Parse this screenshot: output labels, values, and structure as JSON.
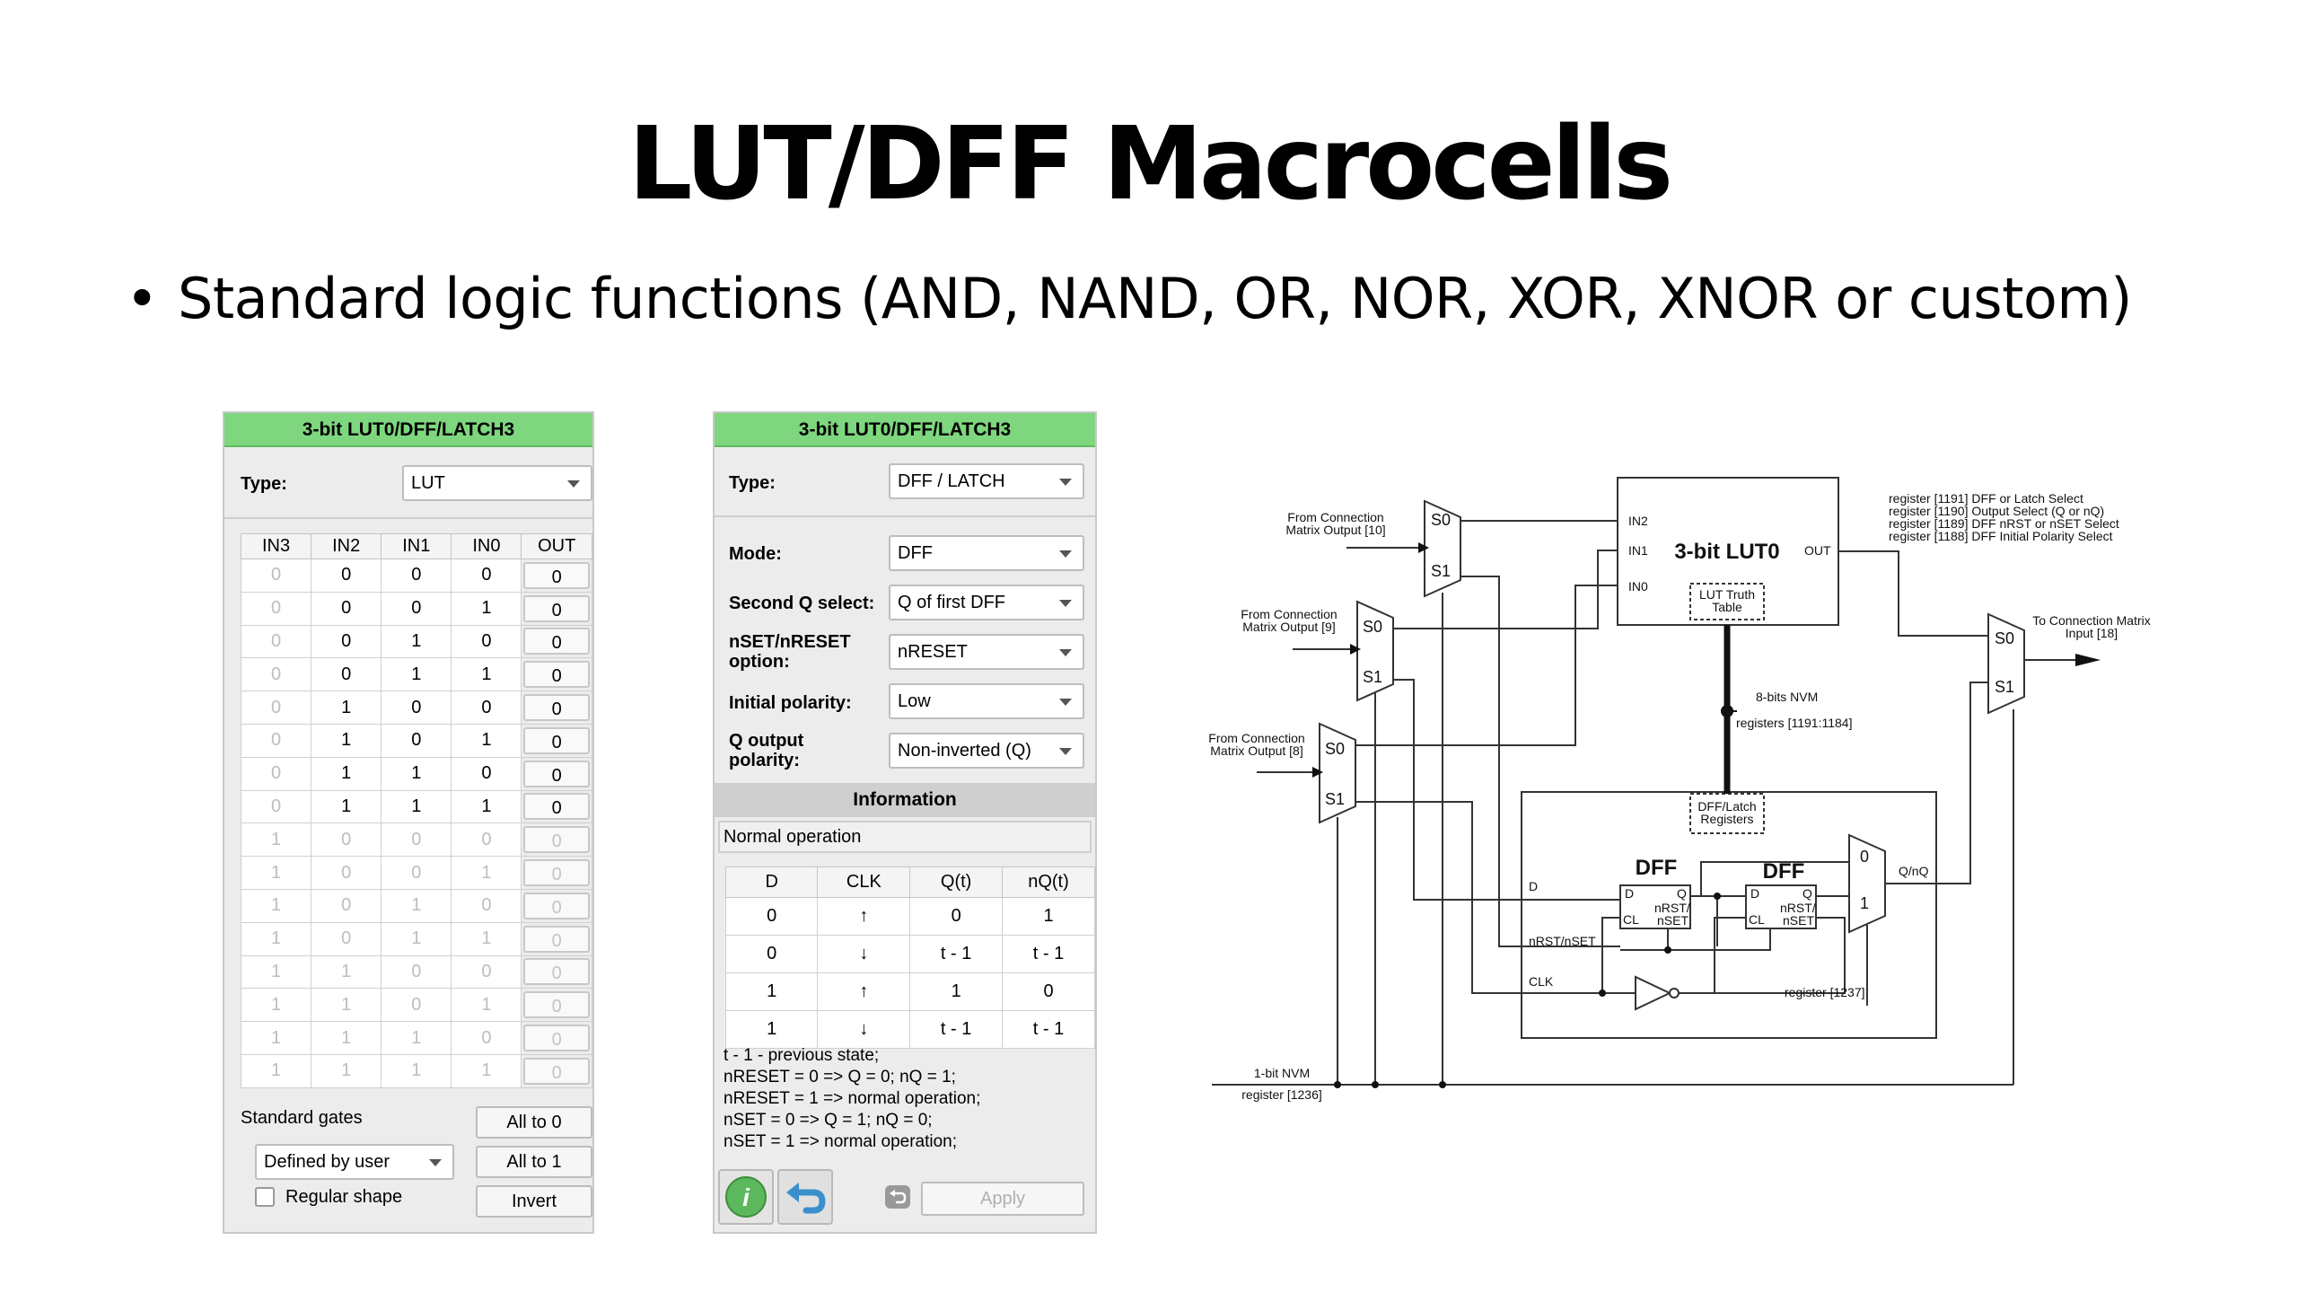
{
  "title": "LUT/DFF Macrocells",
  "bullet": "Standard logic functions (AND, NAND, OR, NOR, XOR, XNOR or custom)",
  "lut_panel": {
    "header": "3-bit LUT0/DFF/LATCH3",
    "type_label": "Type:",
    "type_value": "LUT",
    "columns": [
      "IN3",
      "IN2",
      "IN1",
      "IN0",
      "OUT"
    ],
    "rows": [
      [
        "0",
        "0",
        "0",
        "0",
        "0"
      ],
      [
        "0",
        "0",
        "0",
        "1",
        "0"
      ],
      [
        "0",
        "0",
        "1",
        "0",
        "0"
      ],
      [
        "0",
        "0",
        "1",
        "1",
        "0"
      ],
      [
        "0",
        "1",
        "0",
        "0",
        "0"
      ],
      [
        "0",
        "1",
        "0",
        "1",
        "0"
      ],
      [
        "0",
        "1",
        "1",
        "0",
        "0"
      ],
      [
        "0",
        "1",
        "1",
        "1",
        "0"
      ],
      [
        "1",
        "0",
        "0",
        "0",
        "0"
      ],
      [
        "1",
        "0",
        "0",
        "1",
        "0"
      ],
      [
        "1",
        "0",
        "1",
        "0",
        "0"
      ],
      [
        "1",
        "0",
        "1",
        "1",
        "0"
      ],
      [
        "1",
        "1",
        "0",
        "0",
        "0"
      ],
      [
        "1",
        "1",
        "0",
        "1",
        "0"
      ],
      [
        "1",
        "1",
        "1",
        "0",
        "0"
      ],
      [
        "1",
        "1",
        "1",
        "1",
        "0"
      ]
    ],
    "standard_gates_label": "Standard gates",
    "gates_value": "Defined by user",
    "regular_shape_label": "Regular shape",
    "all_to_0": "All to 0",
    "all_to_1": "All to 1",
    "invert": "Invert"
  },
  "dff_panel": {
    "header": "3-bit LUT0/DFF/LATCH3",
    "type_label": "Type:",
    "type_value": "DFF / LATCH",
    "mode_label": "Mode:",
    "mode_value": "DFF",
    "second_q_label": "Second Q select:",
    "second_q_value": "Q of first DFF",
    "nset_label_1": "nSET/nRESET",
    "nset_label_2": "option:",
    "nset_value": "nRESET",
    "init_pol_label": "Initial polarity:",
    "init_pol_value": "Low",
    "qout_label_1": "Q output",
    "qout_label_2": "polarity:",
    "qout_value": "Non-inverted (Q)",
    "info_title": "Information",
    "mode_desc": "Normal operation",
    "columns": [
      "D",
      "CLK",
      "Q(t)",
      "nQ(t)"
    ],
    "rows": [
      [
        "0",
        "↑",
        "0",
        "1"
      ],
      [
        "0",
        "↓",
        "t - 1",
        "t - 1"
      ],
      [
        "1",
        "↑",
        "1",
        "0"
      ],
      [
        "1",
        "↓",
        "t - 1",
        "t - 1"
      ]
    ],
    "notes": [
      "t - 1 - previous state;",
      "nRESET = 0 => Q = 0; nQ = 1;",
      "nRESET = 1 => normal operation;",
      "nSET = 0 => Q = 1; nQ = 0;",
      "nSET = 1 => normal operation;"
    ],
    "apply": "Apply"
  },
  "diagram": {
    "from_cm10": [
      "From Connection",
      "Matrix Output [10]"
    ],
    "from_cm9": [
      "From Connection",
      "Matrix Output [9]"
    ],
    "from_cm8": [
      "From Connection",
      "Matrix Output [8]"
    ],
    "s0": "S0",
    "s1": "S1",
    "in2": "IN2",
    "in1": "IN1",
    "in0": "IN0",
    "lut_title": "3-bit LUT0",
    "out": "OUT",
    "truth_table": [
      "LUT Truth",
      "Table"
    ],
    "registers": [
      "register [1191] DFF or Latch Select",
      "register [1190] Output Select (Q or nQ)",
      "register [1189] DFF nRST or nSET Select",
      "register [1188] DFF Initial Polarity Select"
    ],
    "to_cm": [
      "To Connection Matrix",
      "Input [18]"
    ],
    "nvm8": [
      "8-bits NVM",
      "registers [1191:1184]"
    ],
    "dff_latch_regs": [
      "DFF/Latch",
      "Registers"
    ],
    "dff": "DFF",
    "d": "D",
    "q": "Q",
    "cl": "CL",
    "nrst": "nRST/",
    "nset": "nSET",
    "mux0": "0",
    "mux1": "1",
    "qnq": "Q/nQ",
    "nrst_nset": "nRST/nSET",
    "clk": "CLK",
    "reg1237": "register [1237]",
    "nvm1": [
      "1-bit NVM",
      "register [1236]"
    ]
  }
}
